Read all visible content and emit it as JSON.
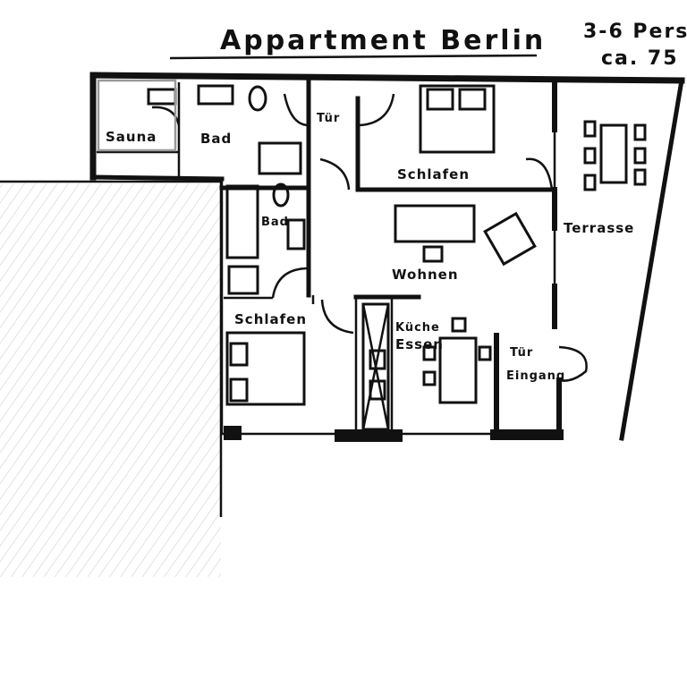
{
  "header": {
    "title": "Appartment Berlin",
    "capacity": "3-6 Pers",
    "area": "ca. 75"
  },
  "rooms": {
    "sauna": "Sauna",
    "bad_top": "Bad",
    "tur_top": "Tür",
    "schlafen_top": "Schlafen",
    "terrasse": "Terrasse",
    "bad_left": "Bad",
    "wohnen": "Wohnen",
    "schlafen_left": "Schlafen",
    "kueche": "Küche",
    "essen": "Essen",
    "tur_eingang": "Tür",
    "eingang": "Eingang"
  }
}
